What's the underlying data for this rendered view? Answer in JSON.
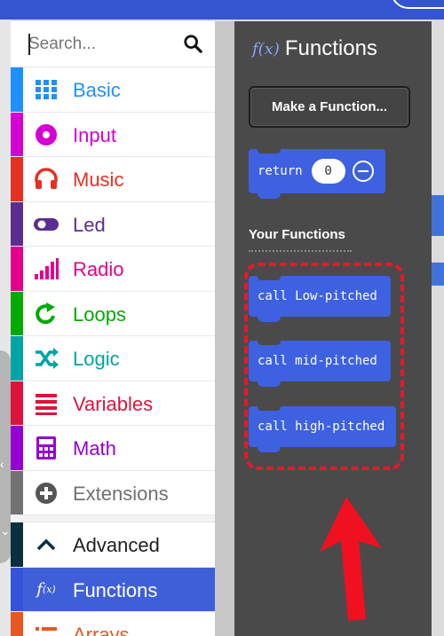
{
  "search": {
    "placeholder": "Search..."
  },
  "toolbox": {
    "categories": [
      {
        "label": "Basic",
        "color": "#1e90ff",
        "icon": "grid-icon"
      },
      {
        "label": "Input",
        "color": "#d400d4",
        "icon": "target-icon"
      },
      {
        "label": "Music",
        "color": "#e63022",
        "icon": "headphones-icon"
      },
      {
        "label": "Led",
        "color": "#5c2d91",
        "icon": "toggle-icon"
      },
      {
        "label": "Radio",
        "color": "#e3008c",
        "icon": "signal-bars-icon"
      },
      {
        "label": "Loops",
        "color": "#00aa00",
        "icon": "refresh-icon"
      },
      {
        "label": "Logic",
        "color": "#00a4a6",
        "icon": "shuffle-icon"
      },
      {
        "label": "Variables",
        "color": "#dc143c",
        "icon": "lines-icon"
      },
      {
        "label": "Math",
        "color": "#9400d3",
        "icon": "calculator-icon"
      },
      {
        "label": "Extensions",
        "color": "#717171",
        "icon": "plus-circle-icon"
      }
    ],
    "advanced": {
      "label": "Advanced",
      "color": "#0a3040",
      "icon": "chevron-up-icon"
    },
    "functions": {
      "label": "Functions",
      "color": "#3455db",
      "icon": "fx-icon"
    },
    "arrays": {
      "label": "Arrays",
      "color": "#e65722",
      "icon": "list-icon"
    }
  },
  "flyout": {
    "title": "Functions",
    "fx": "f(x)",
    "make_button": "Make a Function...",
    "return_label": "return",
    "return_value": "0",
    "your_functions": "Your Functions",
    "calls": [
      "call Low-pitched",
      "call mid-pitched",
      "call high-pitched"
    ]
  },
  "colors": {
    "accent": "#3455db",
    "highlight": "#e8182c",
    "flyout_bg": "#4a4a4a"
  }
}
